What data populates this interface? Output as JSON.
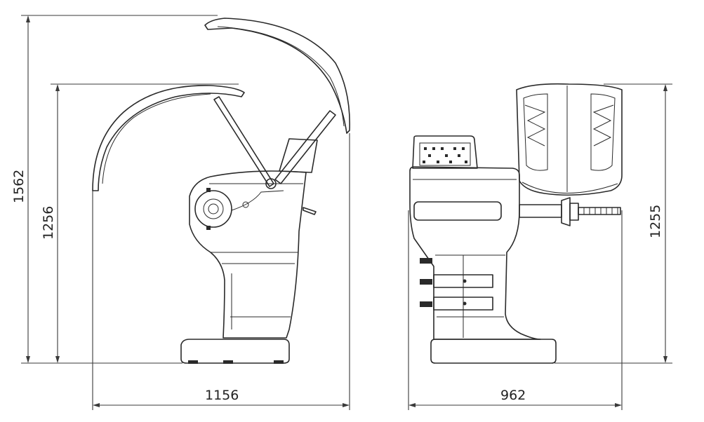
{
  "dimensions": {
    "side_total_height": "1562",
    "side_body_height": "1256",
    "side_width": "1156",
    "front_width": "962",
    "front_height": "1255"
  }
}
